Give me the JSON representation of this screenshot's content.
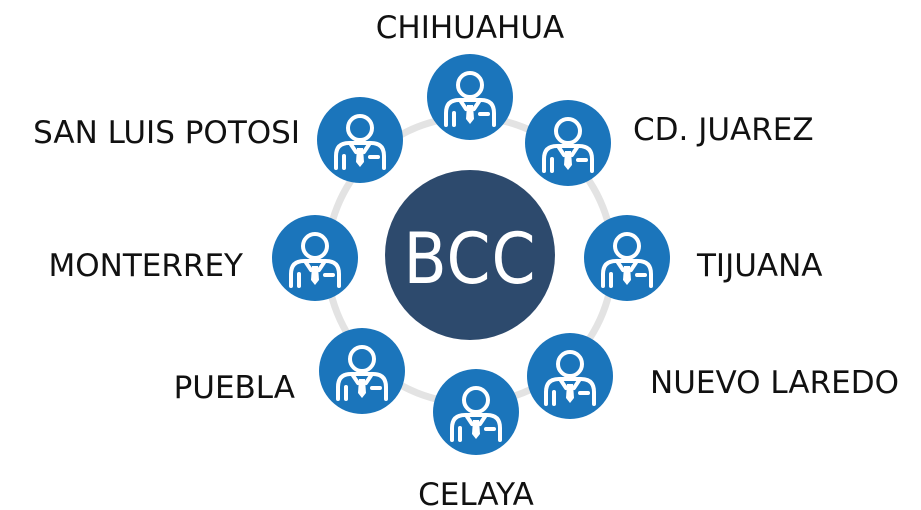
{
  "center": {
    "label": "BCC",
    "color": "#2d4a6d"
  },
  "node_color": "#1b75bb",
  "ring_color": "#e3e3e3",
  "nodes": [
    {
      "id": "chihuahua",
      "label": "CHIHUAHUA",
      "icon": "businessman-icon"
    },
    {
      "id": "cd-juarez",
      "label": "CD. JUAREZ",
      "icon": "businessman-icon"
    },
    {
      "id": "tijuana",
      "label": "TIJUANA",
      "icon": "businessman-icon"
    },
    {
      "id": "nuevo-laredo",
      "label": "NUEVO LAREDO",
      "icon": "businessman-icon"
    },
    {
      "id": "celaya",
      "label": "CELAYA",
      "icon": "businessman-icon"
    },
    {
      "id": "puebla",
      "label": "PUEBLA",
      "icon": "businessman-icon"
    },
    {
      "id": "monterrey",
      "label": "MONTERREY",
      "icon": "businessman-icon"
    },
    {
      "id": "san-luis-potosi",
      "label": "SAN LUIS POTOSI",
      "icon": "businessman-icon"
    }
  ]
}
